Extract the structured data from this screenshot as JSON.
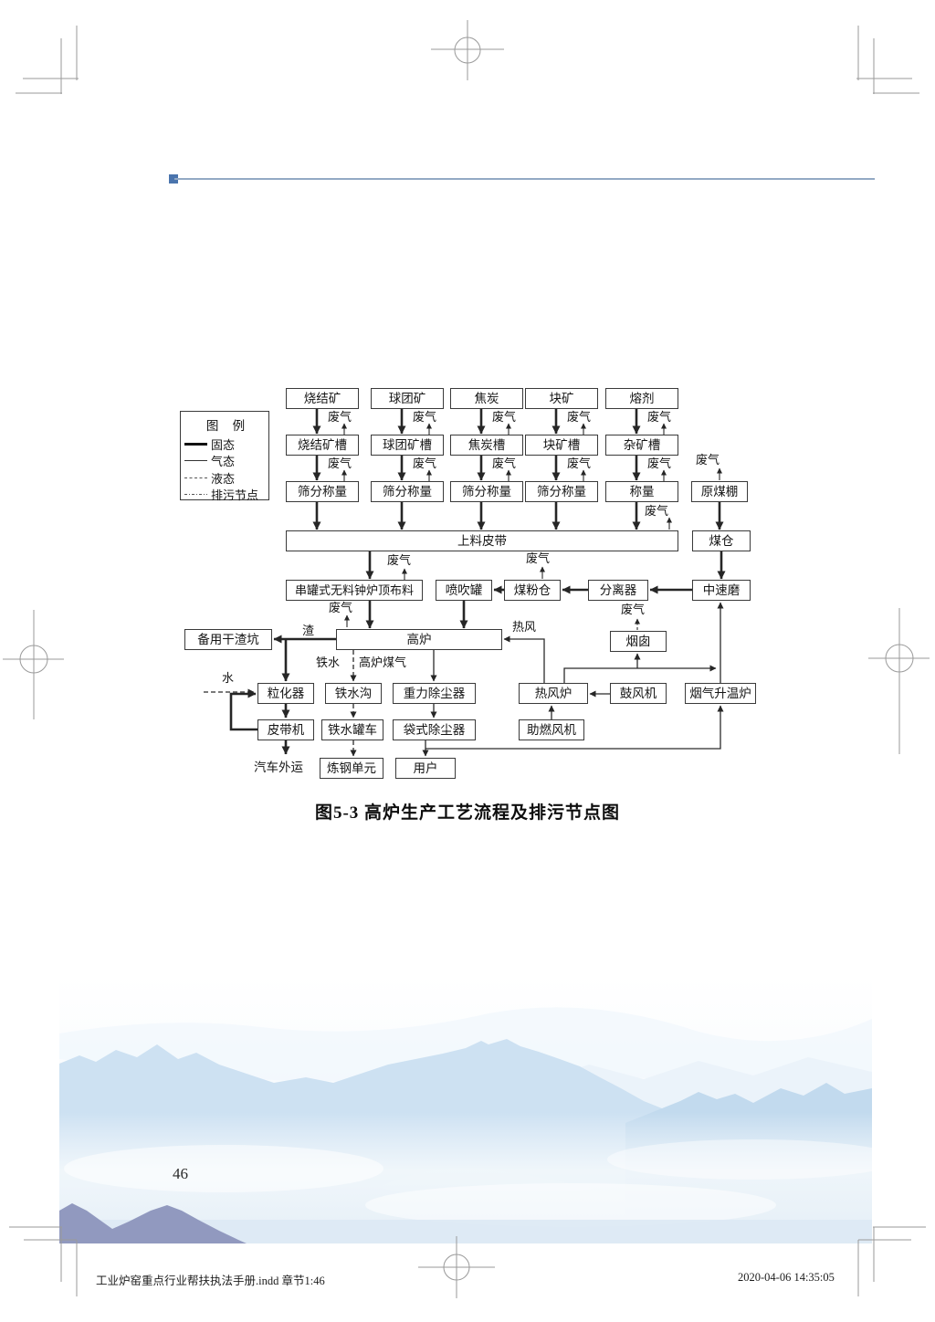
{
  "page": {
    "number": "46",
    "caption": "图5-3  高炉生产工艺流程及排污节点图",
    "footer_left": "工业炉窑重点行业帮扶执法手册.indd   章节1:46",
    "footer_right": "2020-04-06   14:35:05"
  },
  "colors": {
    "header_line": "#93a9c4",
    "header_square": "#4a74ad",
    "mountain_blue": "#cde1f2",
    "mountain_purple": "#9199bf"
  },
  "legend": {
    "title": "图  例",
    "items": [
      {
        "label": "固态",
        "style": "solid-thick"
      },
      {
        "label": "气态",
        "style": "solid-thin"
      },
      {
        "label": "液态",
        "style": "dashed"
      },
      {
        "label": "排污节点",
        "style": "dash-dot"
      }
    ]
  },
  "labels": {
    "waste_gas": "废气",
    "slag": "渣",
    "water": "水",
    "hot_blast": "热风",
    "molten_iron": "铁水",
    "bf_gas": "高炉煤气",
    "truck_out": "汽车外运"
  },
  "nodes": {
    "sinter": "烧结矿",
    "pellet": "球团矿",
    "coke": "焦炭",
    "lump_ore": "块矿",
    "flux": "熔剂",
    "sinter_bin": "烧结矿槽",
    "pellet_bin": "球团矿槽",
    "coke_bin": "焦炭槽",
    "lump_bin": "块矿槽",
    "misc_bin": "杂矿槽",
    "screen_weigh": "筛分称量",
    "weigh": "称量",
    "coal_shed": "原煤棚",
    "feed_belt": "上料皮带",
    "coal_bunker": "煤仓",
    "top_charging": "串罐式无料钟炉顶布料",
    "injection_tank": "喷吹罐",
    "pulv_coal_bunker": "煤粉仓",
    "separator": "分离器",
    "mill": "中速磨",
    "slag_pit": "备用干渣坑",
    "blast_furnace": "高炉",
    "chimney": "烟囱",
    "granulator": "粒化器",
    "iron_trench": "铁水沟",
    "gravity_collector": "重力除尘器",
    "hot_stove": "热风炉",
    "blower": "鼓风机",
    "gas_heater": "烟气升温炉",
    "belt_machine": "皮带机",
    "iron_ladle": "铁水罐车",
    "bag_collector": "袋式除尘器",
    "comb_fan": "助燃风机",
    "steel_unit": "炼钢单元",
    "user": "用户"
  }
}
